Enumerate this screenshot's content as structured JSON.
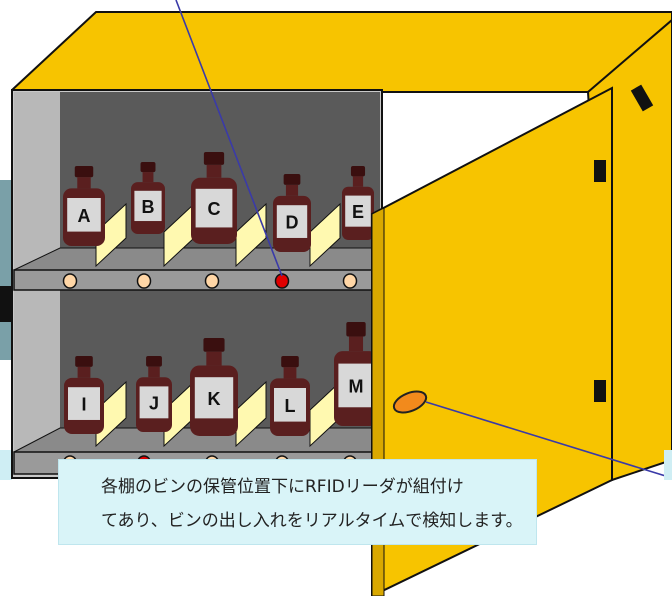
{
  "colors": {
    "cabinet_yellow": "#f7c400",
    "cabinet_dark_yellow": "#d9a800",
    "interior_gray": "#5a5a5a",
    "shelf_gray": "#8a8a8a",
    "bottle_brown": "#5a1f1f",
    "sensor_orange": "#ffd6a6",
    "sensor_active_red": "#e00000",
    "pointer_line": "#3a3aa8",
    "caption_bg": "#d9f4f8"
  },
  "bottles_top": [
    "A",
    "B",
    "C",
    "D",
    "E"
  ],
  "bottles_bottom": [
    "I",
    "J",
    "K",
    "L",
    "M"
  ],
  "sensors_top_active": [
    false,
    false,
    false,
    true,
    false
  ],
  "sensors_bottom_active": [
    false,
    true,
    false,
    false,
    false
  ],
  "caption": {
    "line1": "各棚のビンの保管位置下にRFIDリーダが組付け",
    "line2": "てあり、ビンの出し入れをリアルタイムで検知します。"
  }
}
